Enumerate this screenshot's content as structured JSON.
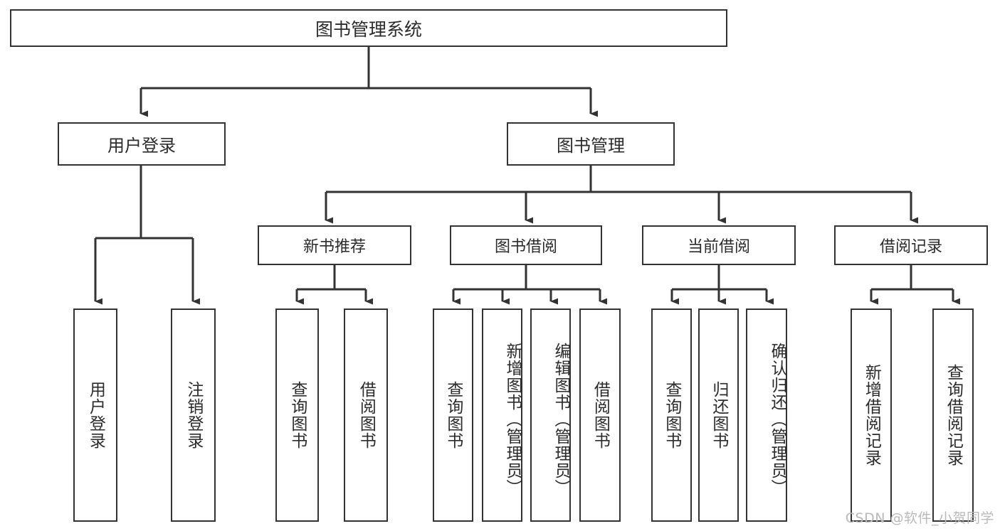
{
  "diagram": {
    "title": "图书管理系统",
    "type": "tree",
    "colors": {
      "stroke": "#333333",
      "box_fill": "#ffffff",
      "text": "#2b2b2b",
      "watermark": "#b9b9b9",
      "background": "#ffffff"
    },
    "root": {
      "label": "图书管理系统"
    },
    "level1": [
      {
        "label": "用户登录"
      },
      {
        "label": "图书管理"
      }
    ],
    "level2": [
      {
        "label": "新书推荐"
      },
      {
        "label": "图书借阅"
      },
      {
        "label": "当前借阅"
      },
      {
        "label": "借阅记录"
      }
    ],
    "leaves": {
      "user_login": [
        {
          "label": "用户登录"
        },
        {
          "label": "注销登录"
        }
      ],
      "new_book_recommend": [
        {
          "label": "查询图书"
        },
        {
          "label": "借阅图书"
        }
      ],
      "book_borrow": [
        {
          "label": "查询图书"
        },
        {
          "label": "新增图书（管理员）"
        },
        {
          "label": "编辑图书（管理员）"
        },
        {
          "label": "借阅图书"
        }
      ],
      "current_borrow": [
        {
          "label": "查询图书"
        },
        {
          "label": "归还图书"
        },
        {
          "label": "确认归还（管理员）"
        }
      ],
      "borrow_record": [
        {
          "label": "新增借阅记录"
        },
        {
          "label": "查询借阅记录"
        }
      ]
    }
  },
  "watermark": {
    "text": "CSDN @软件_小贺同学"
  }
}
